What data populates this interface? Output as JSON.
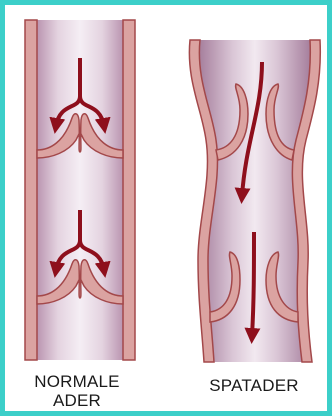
{
  "labels": {
    "normal_line1": "NORMALE",
    "normal_line2": "ADER",
    "varicose": "SPATADER"
  },
  "colors": {
    "border": "#3ccfc9",
    "vein_wall": "#d99a98",
    "vein_wall_outline": "#a3484a",
    "vein_fill_light": "#f1e6ef",
    "vein_fill_dark": "#b08aa6",
    "arrow": "#8e0f1c"
  }
}
